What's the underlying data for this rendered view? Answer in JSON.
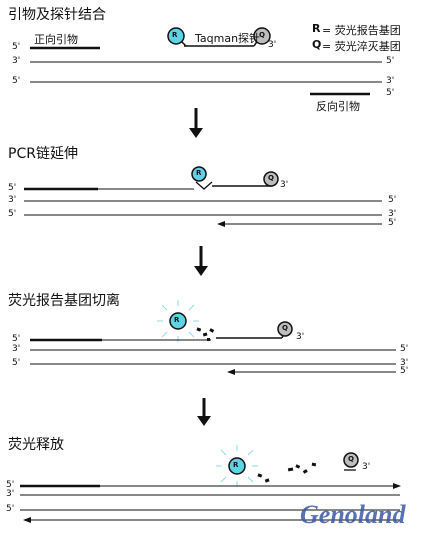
{
  "steps": [
    {
      "title": "引物及探针结合",
      "forward_primer": "正向引物",
      "reverse_primer": "反向引物",
      "probe_label": "Taqman探针",
      "reporter": "R",
      "quencher": "Q",
      "end5": "5'",
      "end3": "3'"
    },
    {
      "title": "PCR链延伸",
      "reporter": "R",
      "quencher": "Q",
      "end5": "5'",
      "end3": "3'"
    },
    {
      "title": "荧光报告基团切离",
      "reporter": "R",
      "quencher": "Q",
      "end5": "5'",
      "end3": "3'"
    },
    {
      "title": "荧光释放",
      "reporter": "R",
      "quencher": "Q",
      "end5": "5'",
      "end3": "3'"
    }
  ],
  "legend": {
    "r_symbol": "R",
    "r_eq": "= 荧光报告基团",
    "q_symbol": "Q",
    "q_eq": "= 荧光淬灭基团"
  },
  "watermark": "Genoland",
  "colors": {
    "reporter_fill": "#5fd3e6",
    "quencher_fill": "#bdbdbd",
    "line": "#111111"
  }
}
